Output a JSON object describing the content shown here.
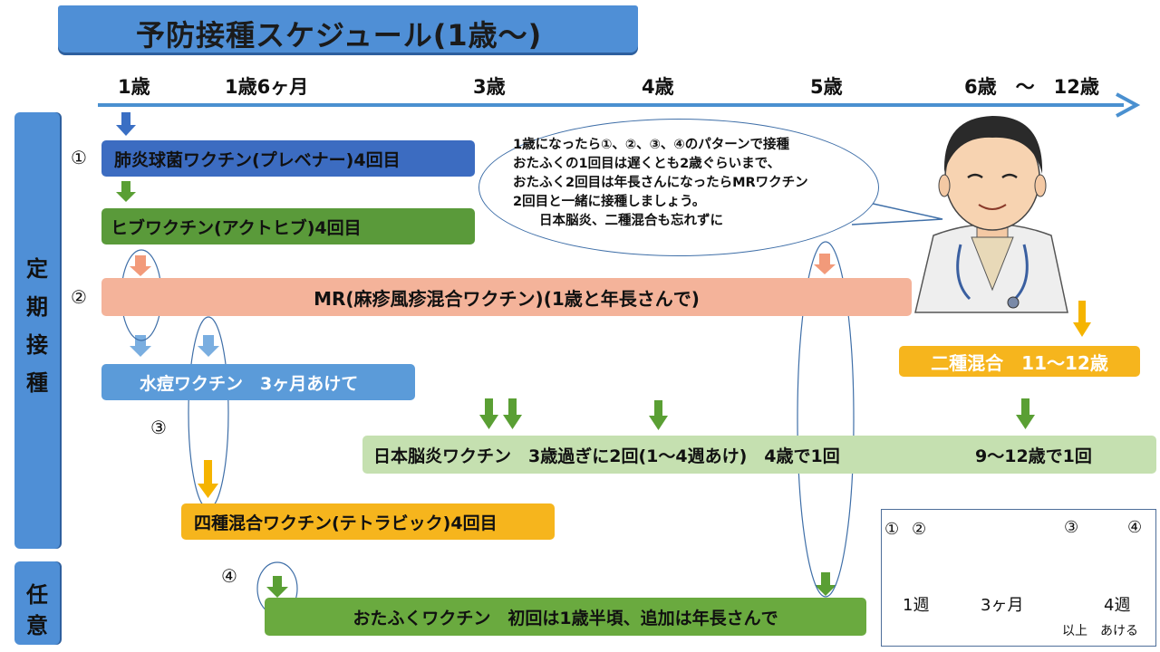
{
  "title": "予防接種スケジュール(1歳～)",
  "timeline_ages": [
    "1歳",
    "1歳6ヶ月",
    "3歳",
    "4歳",
    "5歳",
    "6歳　～　12歳"
  ],
  "side_labels": {
    "regular": [
      "定",
      "期",
      "接",
      "種"
    ],
    "optional": [
      "任",
      "意"
    ]
  },
  "pattern_markers": [
    "①",
    "②",
    "③",
    "④"
  ],
  "bars": {
    "pneumococcal": "肺炎球菌ワクチン(プレベナー)4回目",
    "hib": "ヒブワクチン(アクトヒブ)4回目",
    "mr": "MR(麻疹風疹混合ワクチン)(1歳と年長さんで)",
    "varicella": "水痘ワクチン　3ヶ月あけて",
    "dt": "二種混合　11～12歳",
    "je": "日本脳炎ワクチン　3歳過ぎに2回(1～4週あけ)　4歳で1回",
    "je_late": "9～12歳で1回",
    "dtp_ipv": "四種混合ワクチン(テトラビック)4回目",
    "mumps": "おたふくワクチン　初回は1歳半頃、追加は年長さんで"
  },
  "speech_text": "1歳になったら①、②、③、④のパターンで接種\nおたふくの1回目は遅くとも2歳ぐらいまで、\nおたふく2回目は年長さんになったらMRワクチン\n2回目と一緒に接種しましょう。\n　　日本脳炎、二種混合も忘れずに",
  "legend": {
    "markers": [
      "①",
      "②",
      "③",
      "④"
    ],
    "interval_1": "1週",
    "interval_2": "3ヶ月",
    "interval_3": "4週",
    "note": "以上　あける"
  },
  "colors": {
    "banner": "#4f8fd6",
    "timeline_arrow": "#4a90d0",
    "pneumococcal": "#3c6cc1",
    "hib": "#5a9a3a",
    "mr": "#f4b39a",
    "varicella": "#5b9bd9",
    "dt": "#f6b51d",
    "je": "#c5e0b0",
    "dtp_ipv": "#f6b51d",
    "mumps": "#6aaa3f",
    "arrow_blue": "#3a6fc4",
    "arrow_green": "#5a9f34",
    "arrow_salmon": "#f29a7a",
    "arrow_lightblue": "#7aaee0",
    "arrow_orange": "#f5b400"
  }
}
